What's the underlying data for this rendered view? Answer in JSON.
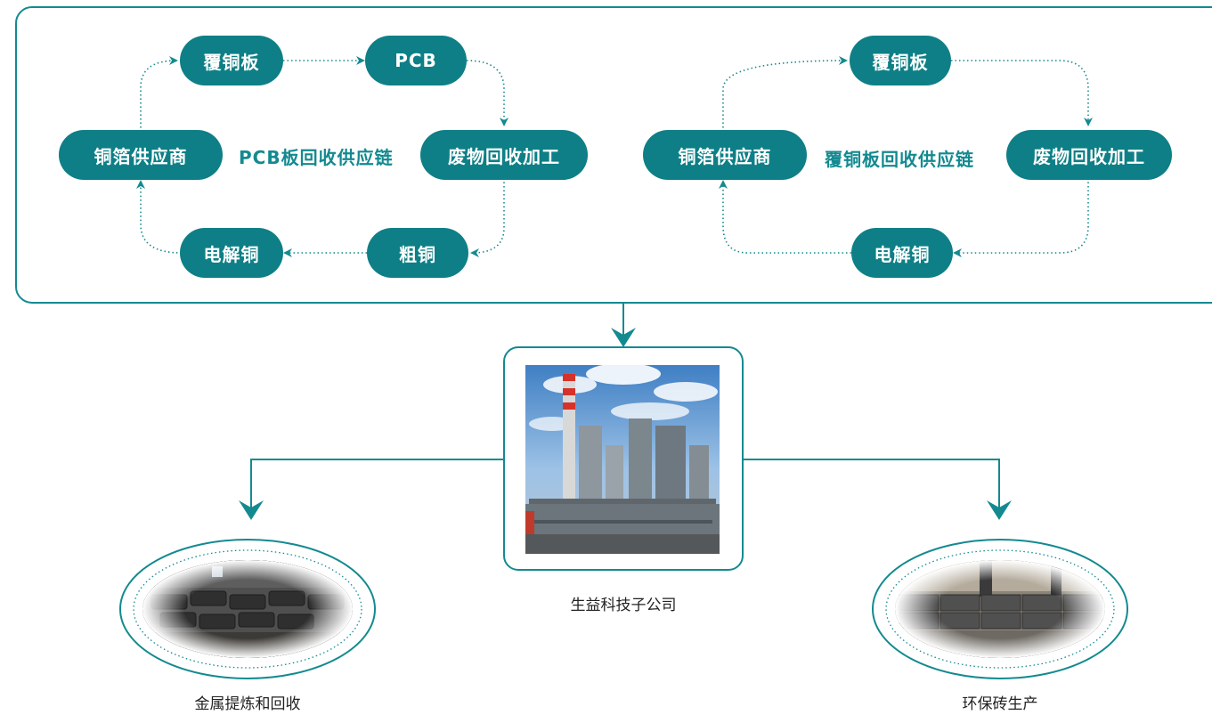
{
  "colors": {
    "accent": "#0e7f86",
    "line": "#138a90"
  },
  "left_cycle": {
    "title": "PCB板回收供应链",
    "nodes": {
      "copper_clad": "覆铜板",
      "pcb": "PCB",
      "waste_processing": "废物回收加工",
      "blister_copper": "粗铜",
      "electrolytic_copper": "电解铜",
      "foil_supplier": "铜箔供应商"
    }
  },
  "right_cycle": {
    "title": "覆铜板回收供应链",
    "nodes": {
      "copper_clad": "覆铜板",
      "waste_processing": "废物回收加工",
      "electrolytic_copper": "电解铜",
      "foil_supplier": "铜箔供应商"
    }
  },
  "center": {
    "caption": "生益科技子公司",
    "photo_icon": "industrial-plant-photo"
  },
  "outputs": [
    {
      "caption": "金属提炼和回收",
      "photo_icon": "metal-ingots-photo"
    },
    {
      "caption": "环保砖生产",
      "photo_icon": "eco-bricks-photo"
    }
  ]
}
